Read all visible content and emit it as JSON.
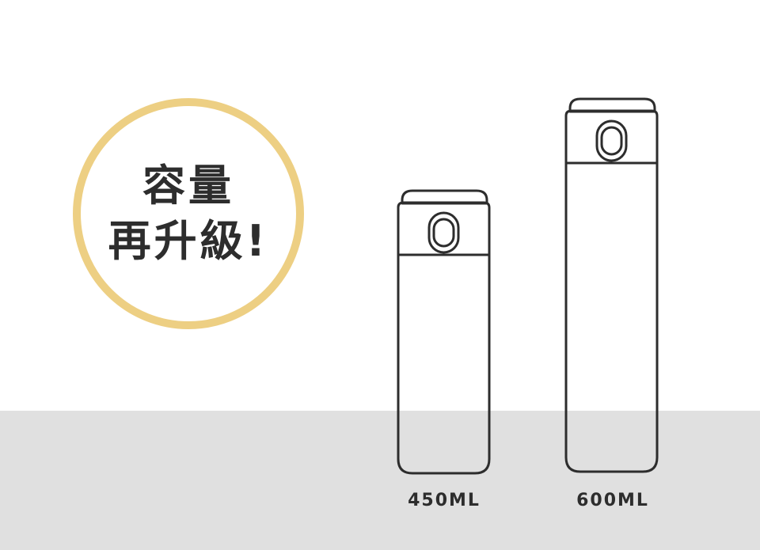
{
  "colors": {
    "background": "#ffffff",
    "floor": "#e0e0e0",
    "badge_ring": "#edcf83",
    "outline": "#2d2d2d",
    "text": "#2d2d2d"
  },
  "badge": {
    "line1": "容量",
    "line2": "再升級!"
  },
  "bottles": [
    {
      "name": "small-bottle",
      "capacity_label": "450ML"
    },
    {
      "name": "large-bottle",
      "capacity_label": "600ML"
    }
  ]
}
